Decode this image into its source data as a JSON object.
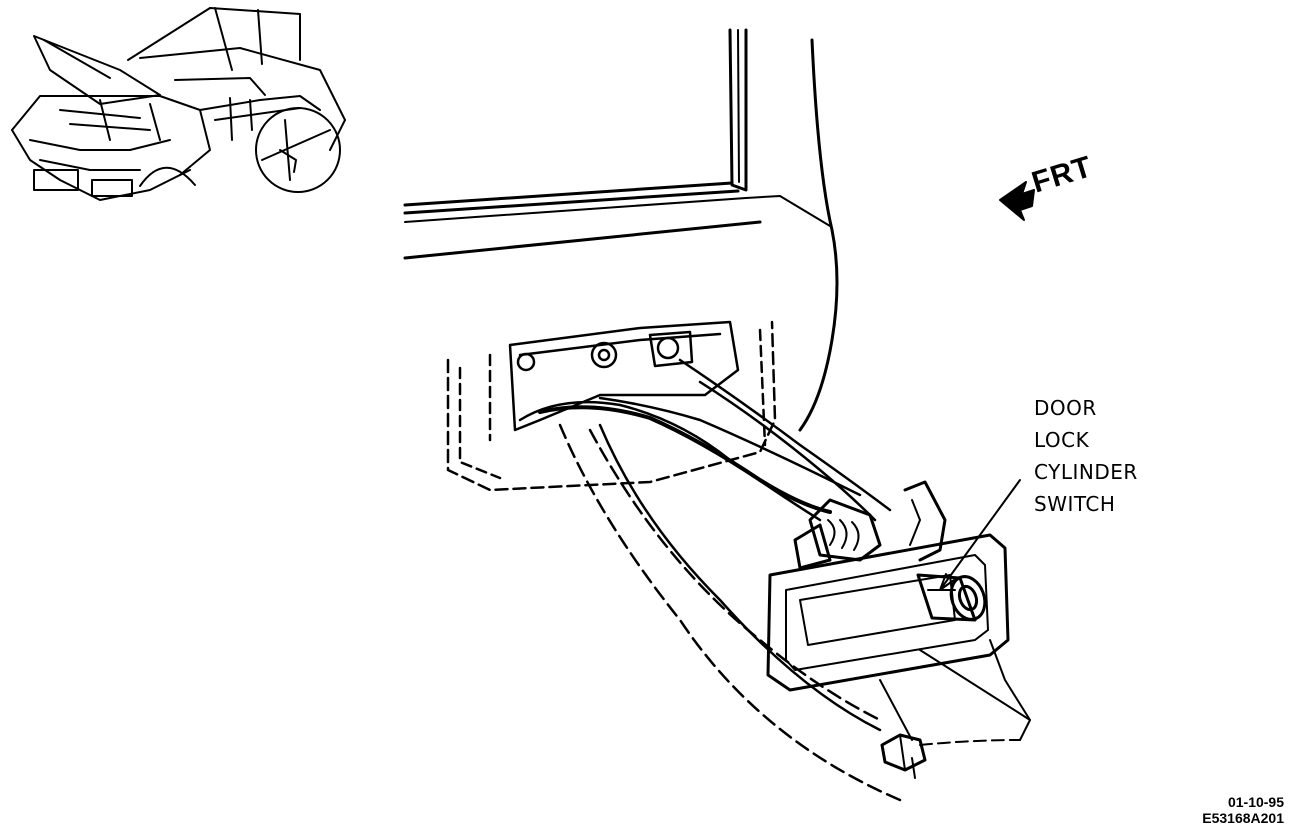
{
  "callout": {
    "lines": [
      "DOOR",
      "LOCK",
      "CYLINDER",
      "SWITCH"
    ]
  },
  "direction_label": "FRT",
  "figure_code": {
    "date": "01-10-95",
    "id": "E53168A201"
  },
  "colors": {
    "ink": "#000000",
    "paper": "#ffffff"
  }
}
